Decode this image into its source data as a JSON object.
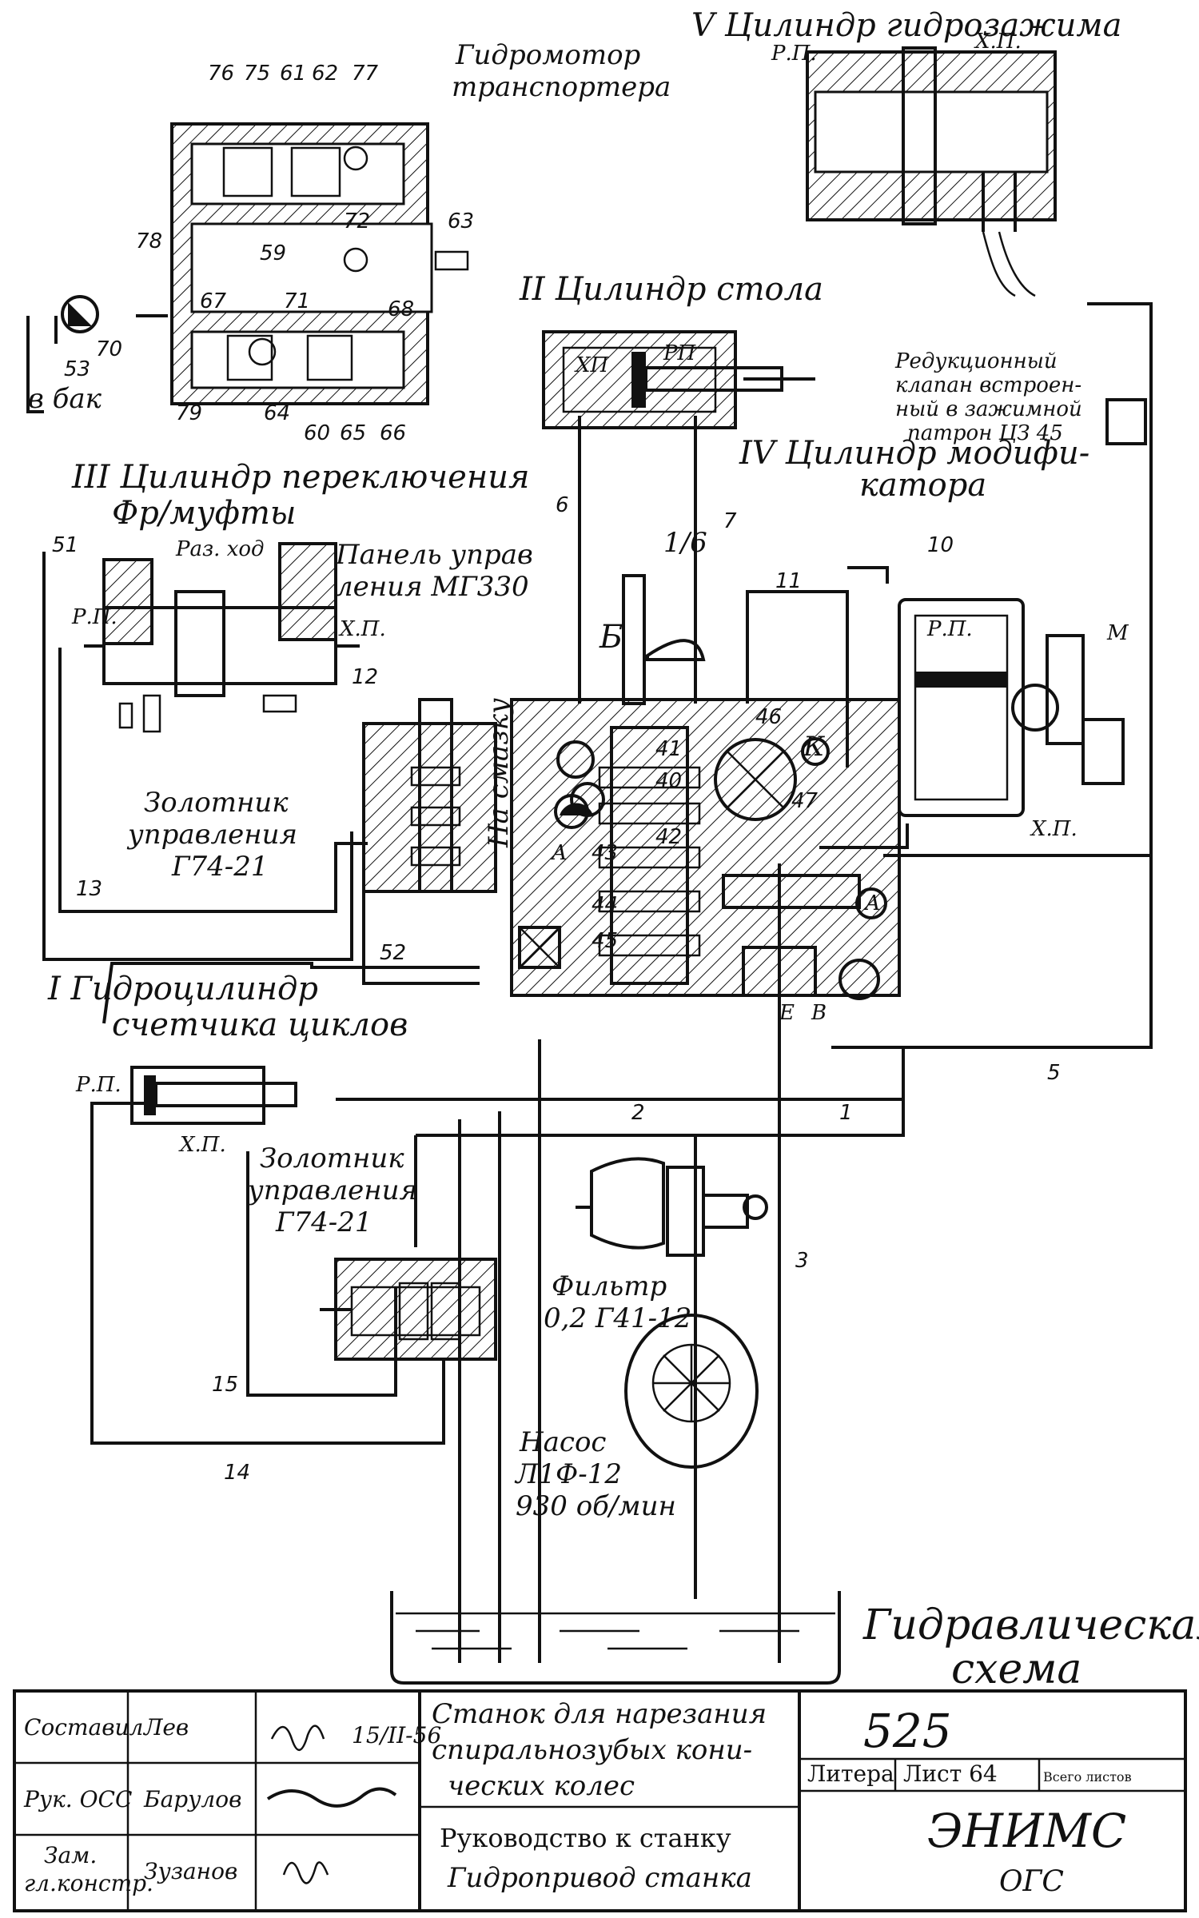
{
  "components": {
    "cyl_clamp": "V Цилиндр гидрозажима",
    "motor_transporter_1": "Гидромотор",
    "motor_transporter_2": "транспортера",
    "cyl_table": "II Цилиндр стола",
    "reducing_valve_1": "Редукционный",
    "reducing_valve_2": "клапан встроен-",
    "reducing_valve_3": "ный в зажимной",
    "reducing_valve_4": "патрон ЦЗ 45",
    "cyl_modifier_1": "IV Цилиндр модифи-",
    "cyl_modifier_2": "катора",
    "cyl_switch_1": "III Цилиндр переключения",
    "cyl_switch_2": "Фр/муфты",
    "panel_1": "Панель управ",
    "panel_2": "ления МГ330",
    "lube": "На смазку",
    "spool_top_1": "Золотник",
    "spool_top_2": "управления",
    "spool_top_3": "Г74-21",
    "cyl_counter_1": "I Гидроцилиндр",
    "cyl_counter_2": "счетчика циклов",
    "spool_bot_1": "Золотник",
    "spool_bot_2": "управления",
    "spool_bot_3": "Г74-21",
    "filter_1": "Фильтр",
    "filter_2": "0,2 Г41-12",
    "pump_1": "Насос",
    "pump_2": "Л1Ф-12",
    "pump_3": "930 об/мин",
    "to_tank": "в бак",
    "rod_label": "Раз. ход"
  },
  "marks": {
    "rp": "Р.П.",
    "xp": "Х.П.",
    "xp2": "ХП",
    "rp2": "РП",
    "m": "М",
    "b": "Б",
    "k": "К",
    "a": "А",
    "e": "Е",
    "v": "В",
    "frac": "1/6"
  },
  "numbers": [
    "76",
    "75",
    "61",
    "62",
    "77",
    "78",
    "59",
    "63",
    "67",
    "71",
    "72",
    "68",
    "70",
    "53",
    "79",
    "64",
    "60",
    "65",
    "66",
    "6",
    "7",
    "10",
    "11",
    "51",
    "12",
    "13",
    "52",
    "41",
    "46",
    "40",
    "47",
    "42",
    "43",
    "44",
    "45",
    "5",
    "1",
    "2",
    "3",
    "15",
    "14"
  ],
  "title_block": {
    "diagram_title_1": "Гидравлическая",
    "diagram_title_2": "схема",
    "row1_role": "Составил",
    "row1_name": "Лев",
    "row1_date": "15/II-56",
    "row2_role": "Рук. ОСС",
    "row2_name": "Барулов",
    "row3_role_1": "Зам.",
    "row3_role_2": "гл.констр.",
    "row3_name": "Зузанов",
    "machine_1": "Станок для нарезания",
    "machine_2": "спиральнозубых кони-",
    "machine_3": "ческих  колес",
    "doc_1": "Руководство к станку",
    "doc_2": "Гидропривод станка",
    "model": "525",
    "litera": "Литера",
    "sheet": "Лист 64",
    "sheets": "Всего листов",
    "org": "ЭНИМС",
    "dept": "ОГС"
  }
}
